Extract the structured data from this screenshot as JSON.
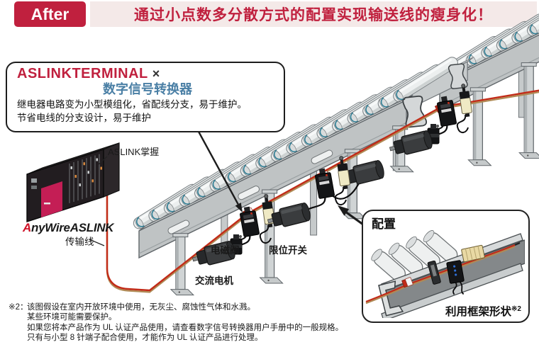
{
  "header": {
    "badge": "After",
    "title": "通过小点数多分散方式的配置实现输送线的瘦身化！"
  },
  "callout": {
    "title_red": "ASLINKTERMINAL",
    "title_times": "×",
    "title_blue": "数字信号转换器",
    "line1": "继电器电路变为小型模组化，省配线分支，易于维护。",
    "line2": "节省电线的分支设计，易于维护"
  },
  "labels": {
    "master": "ASLINK掌握",
    "brand_a": "A",
    "brand_rest": "nyWireASLINK",
    "cable": "传输线",
    "solenoid": "电磁阀",
    "limit_switch": "限位开关",
    "motor": "交流电机"
  },
  "inset": {
    "title": "配置",
    "caption": "利用框架形状",
    "caption_sup": "※2"
  },
  "footnotes": {
    "marker": "※2：",
    "lines": [
      "该图假设在室内开放环境中使用，无灰尘、腐蚀性气体和水溅。",
      "某些环境可能需要保护。",
      "如果您将本产品作为 UL 认证产品使用，请查看数字信号转换器用户手册中的一般规格。",
      "只有与小型 8 针端子配合使用，才能作为 UL 认证产品进行处理。"
    ]
  },
  "colors": {
    "accent_red": "#c0203e",
    "strip_pink": "#f4e9e8",
    "blue": "#4a7fa5",
    "magenta_panel": "#c41e55",
    "cable_red": "#c22b18",
    "cable_tan": "#b08a55",
    "switch_yellow": "#efe9c4"
  }
}
